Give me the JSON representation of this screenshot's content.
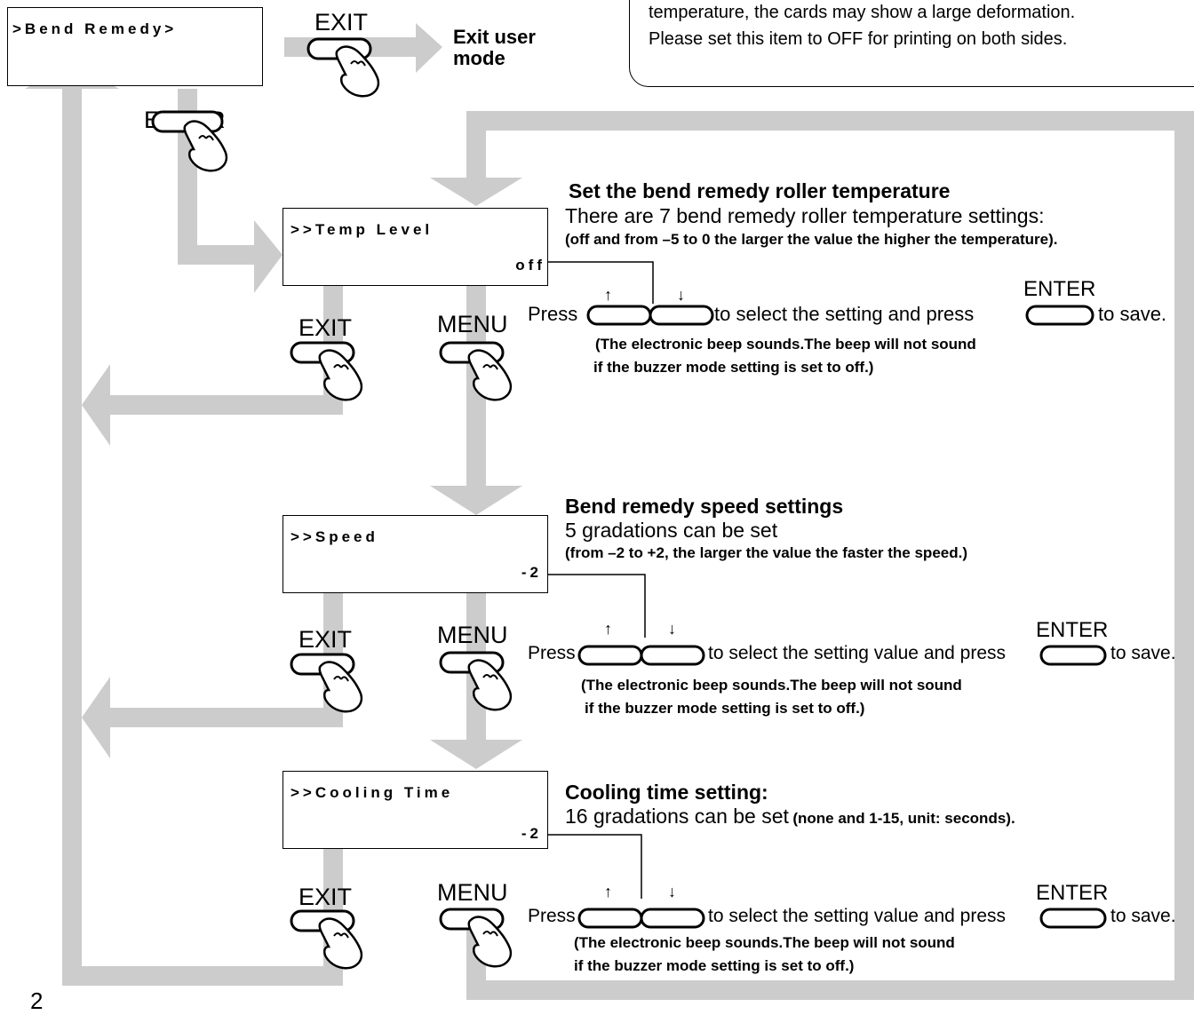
{
  "colors": {
    "flow_arrow": "#cccccc",
    "line": "#000000"
  },
  "top": {
    "display_text": ">Bend Remedy>",
    "exit_label": "EXIT",
    "exit_destination": "Exit user\nmode",
    "enter_label": "ENTER"
  },
  "info_box": {
    "line1": "temperature, the cards may show a large deformation.",
    "line2": "Please set this item to OFF for printing on both sides."
  },
  "sections": [
    {
      "display_title": ">>Temp Level",
      "display_value": "off",
      "heading": "Set the bend remedy roller temperature",
      "description": "There are 7 bend remedy roller temperature settings:",
      "description_detail": "(off and from –5 to 0 the larger the value the higher the temperature).",
      "exit_label": "EXIT",
      "menu_label": "MENU",
      "enter_label": "ENTER",
      "press_text": "Press",
      "select_text": "to select the setting and press",
      "save_text": "to save.",
      "note_line1": "(The electronic beep sounds.The beep will not sound",
      "note_line2": "if the buzzer mode setting is set to off.)"
    },
    {
      "display_title": ">>Speed",
      "display_value": "-2",
      "heading": "Bend remedy speed settings",
      "description": "5 gradations can be set",
      "description_detail": "(from –2 to +2, the larger the value the faster the speed.)",
      "exit_label": "EXIT",
      "menu_label": "MENU",
      "enter_label": "ENTER",
      "press_text": "Press",
      "select_text": "to select the setting value and press",
      "save_text": "to save.",
      "note_line1": "(The electronic beep sounds.The beep will not sound",
      "note_line2": "if the buzzer mode setting is set to off.)"
    },
    {
      "display_title": ">>Cooling Time",
      "display_value": "-2",
      "heading": "Cooling time setting:",
      "description": "16 gradations can be set",
      "description_detail": "(none and 1-15, unit: seconds).",
      "exit_label": "EXIT",
      "menu_label": "MENU",
      "enter_label": "ENTER",
      "press_text": "Press",
      "select_text": "to select the setting value and press",
      "save_text": "to save.",
      "note_line1": "(The electronic beep sounds.The beep will not sound",
      "note_line2": "if the buzzer mode setting is set to off.)"
    }
  ],
  "page_number": "2"
}
